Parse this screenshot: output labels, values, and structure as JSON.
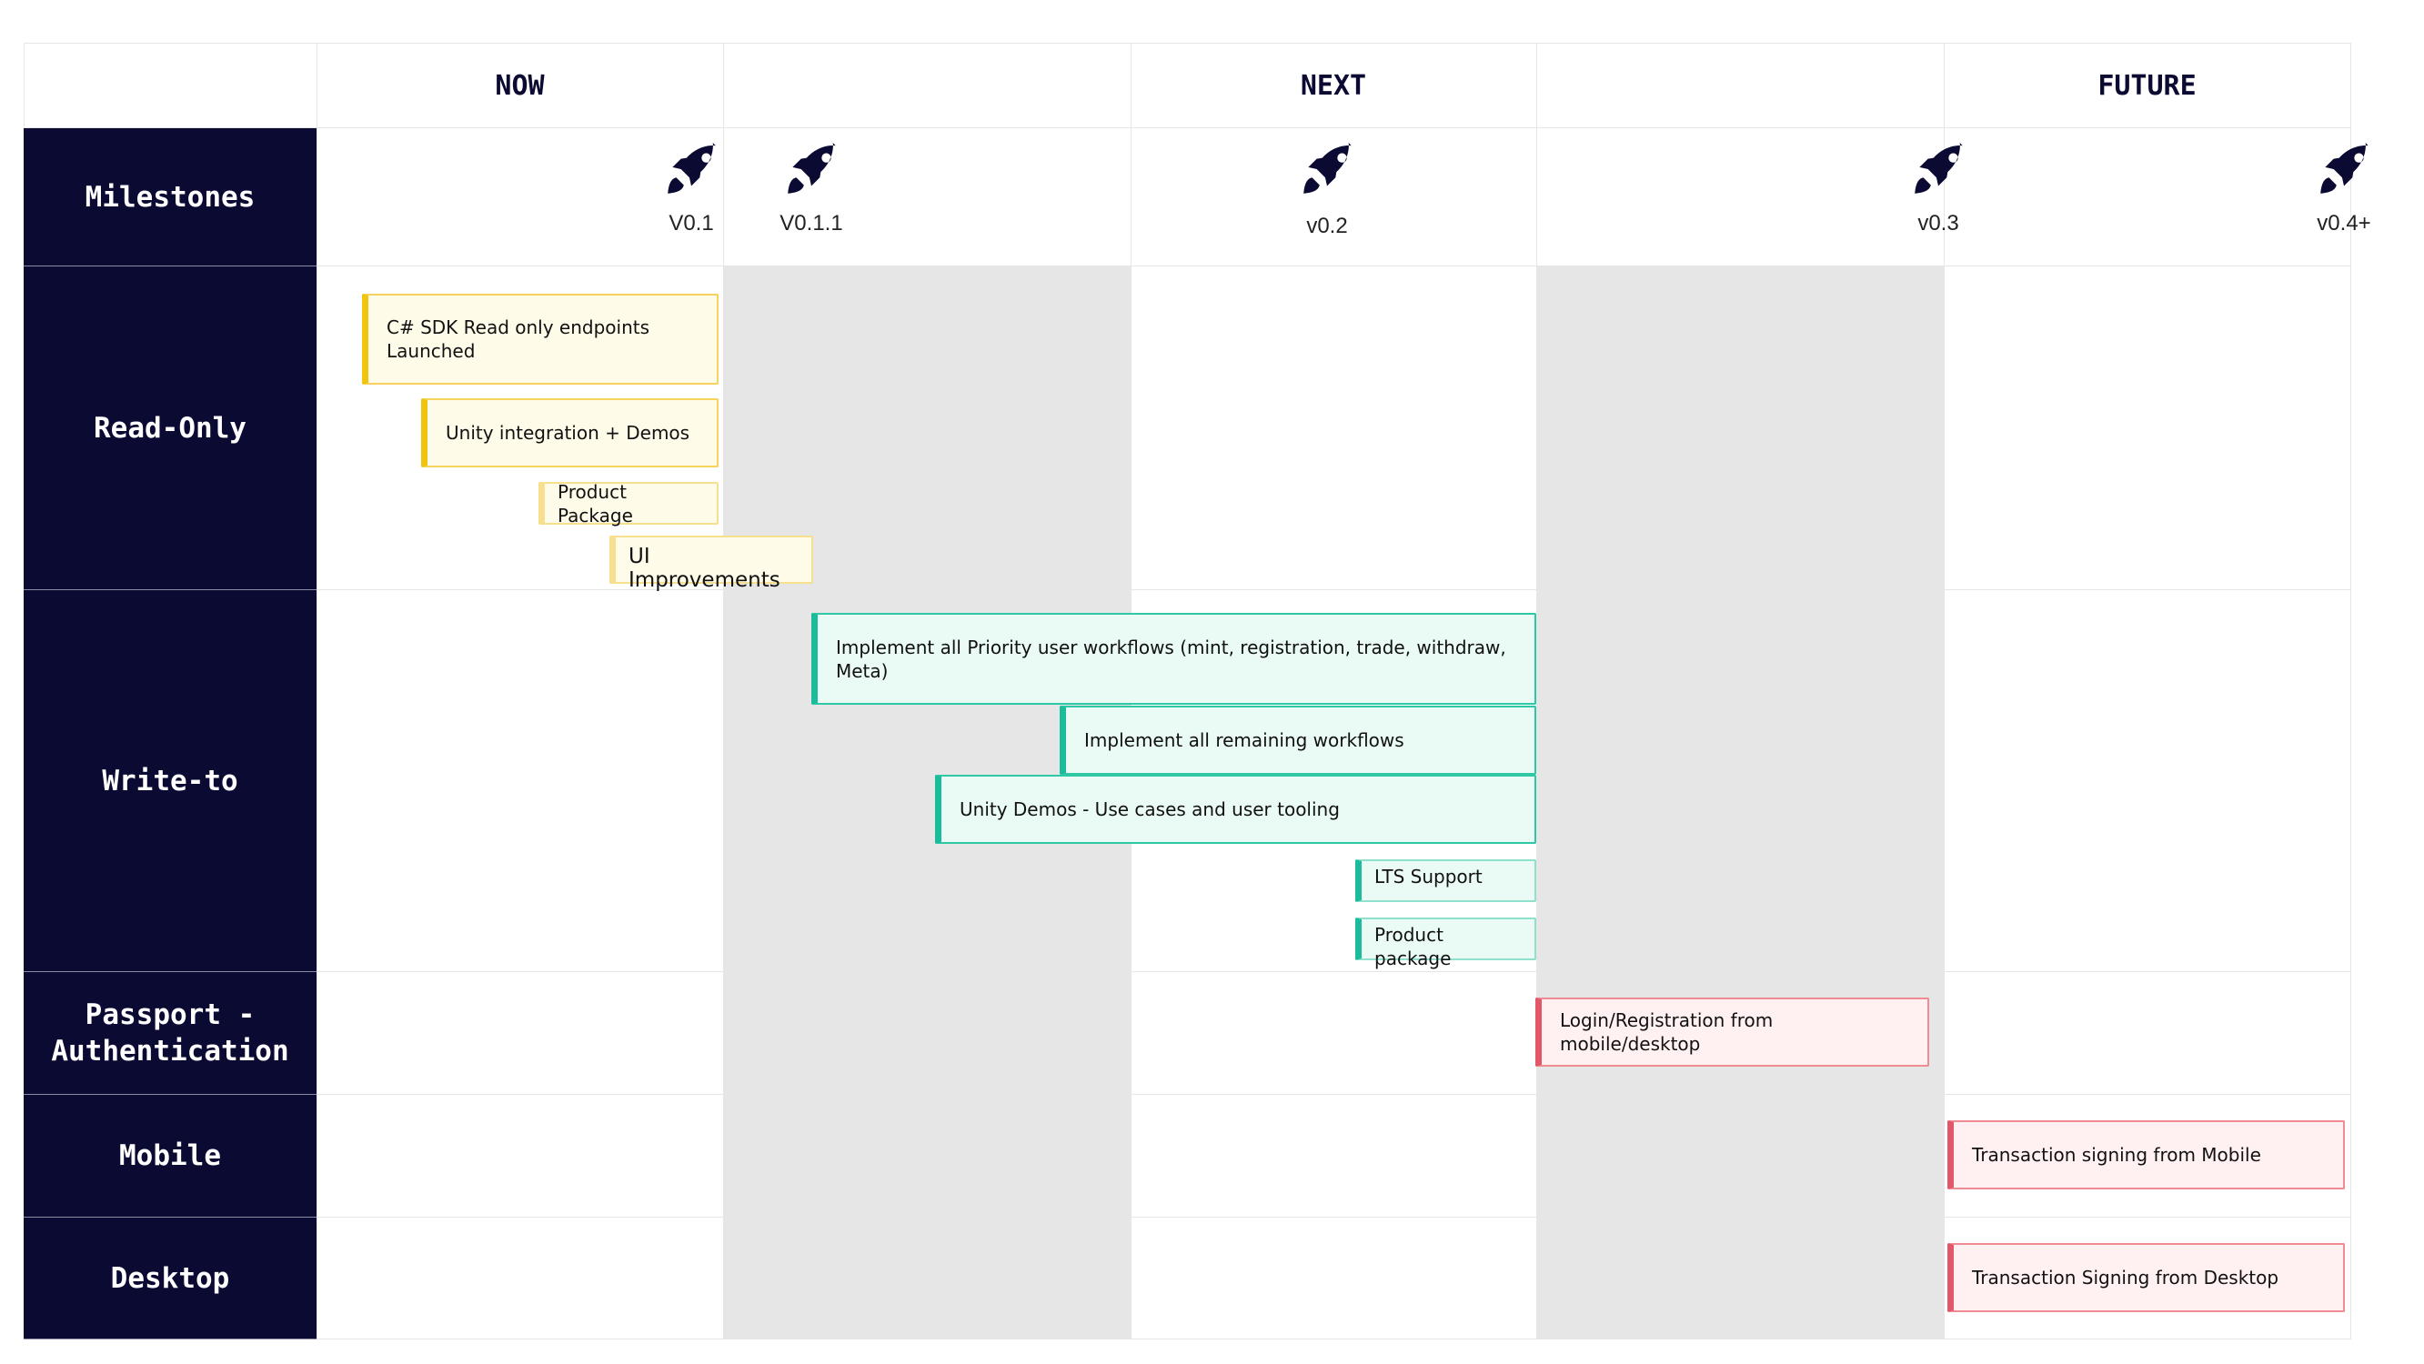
{
  "phases": [
    "NOW",
    "NEXT",
    "FUTURE"
  ],
  "milestones": [
    "V0.1",
    "V0.1.1",
    "v0.2",
    "v0.3",
    "v0.4+"
  ],
  "milestone_icon": "rocket-icon",
  "rows": [
    "Milestones",
    "Read-Only",
    "Write-to",
    "Passport - Authentication",
    "Mobile",
    "Desktop"
  ],
  "cards": {
    "readonly": [
      "C# SDK Read only endpoints Launched",
      "Unity integration + Demos",
      "Product Package",
      "UI Improvements"
    ],
    "writeto": [
      "Implement all Priority user workflows (mint, registration, trade, withdraw, Meta)",
      "Implement all remaining workflows",
      "Unity Demos - Use cases and user tooling",
      "LTS Support",
      "Product package"
    ],
    "passport": [
      "Login/Registration from mobile/desktop"
    ],
    "mobile": [
      "Transaction signing from Mobile"
    ],
    "desktop": [
      "Transaction Signing from Desktop"
    ]
  },
  "colors": {
    "header_bg": "#0b0a33",
    "shade": "#e6e6e6",
    "readonly_accent": "#f1c40f",
    "writeto_accent": "#1abc9c",
    "passport_accent": "#e2576a"
  }
}
